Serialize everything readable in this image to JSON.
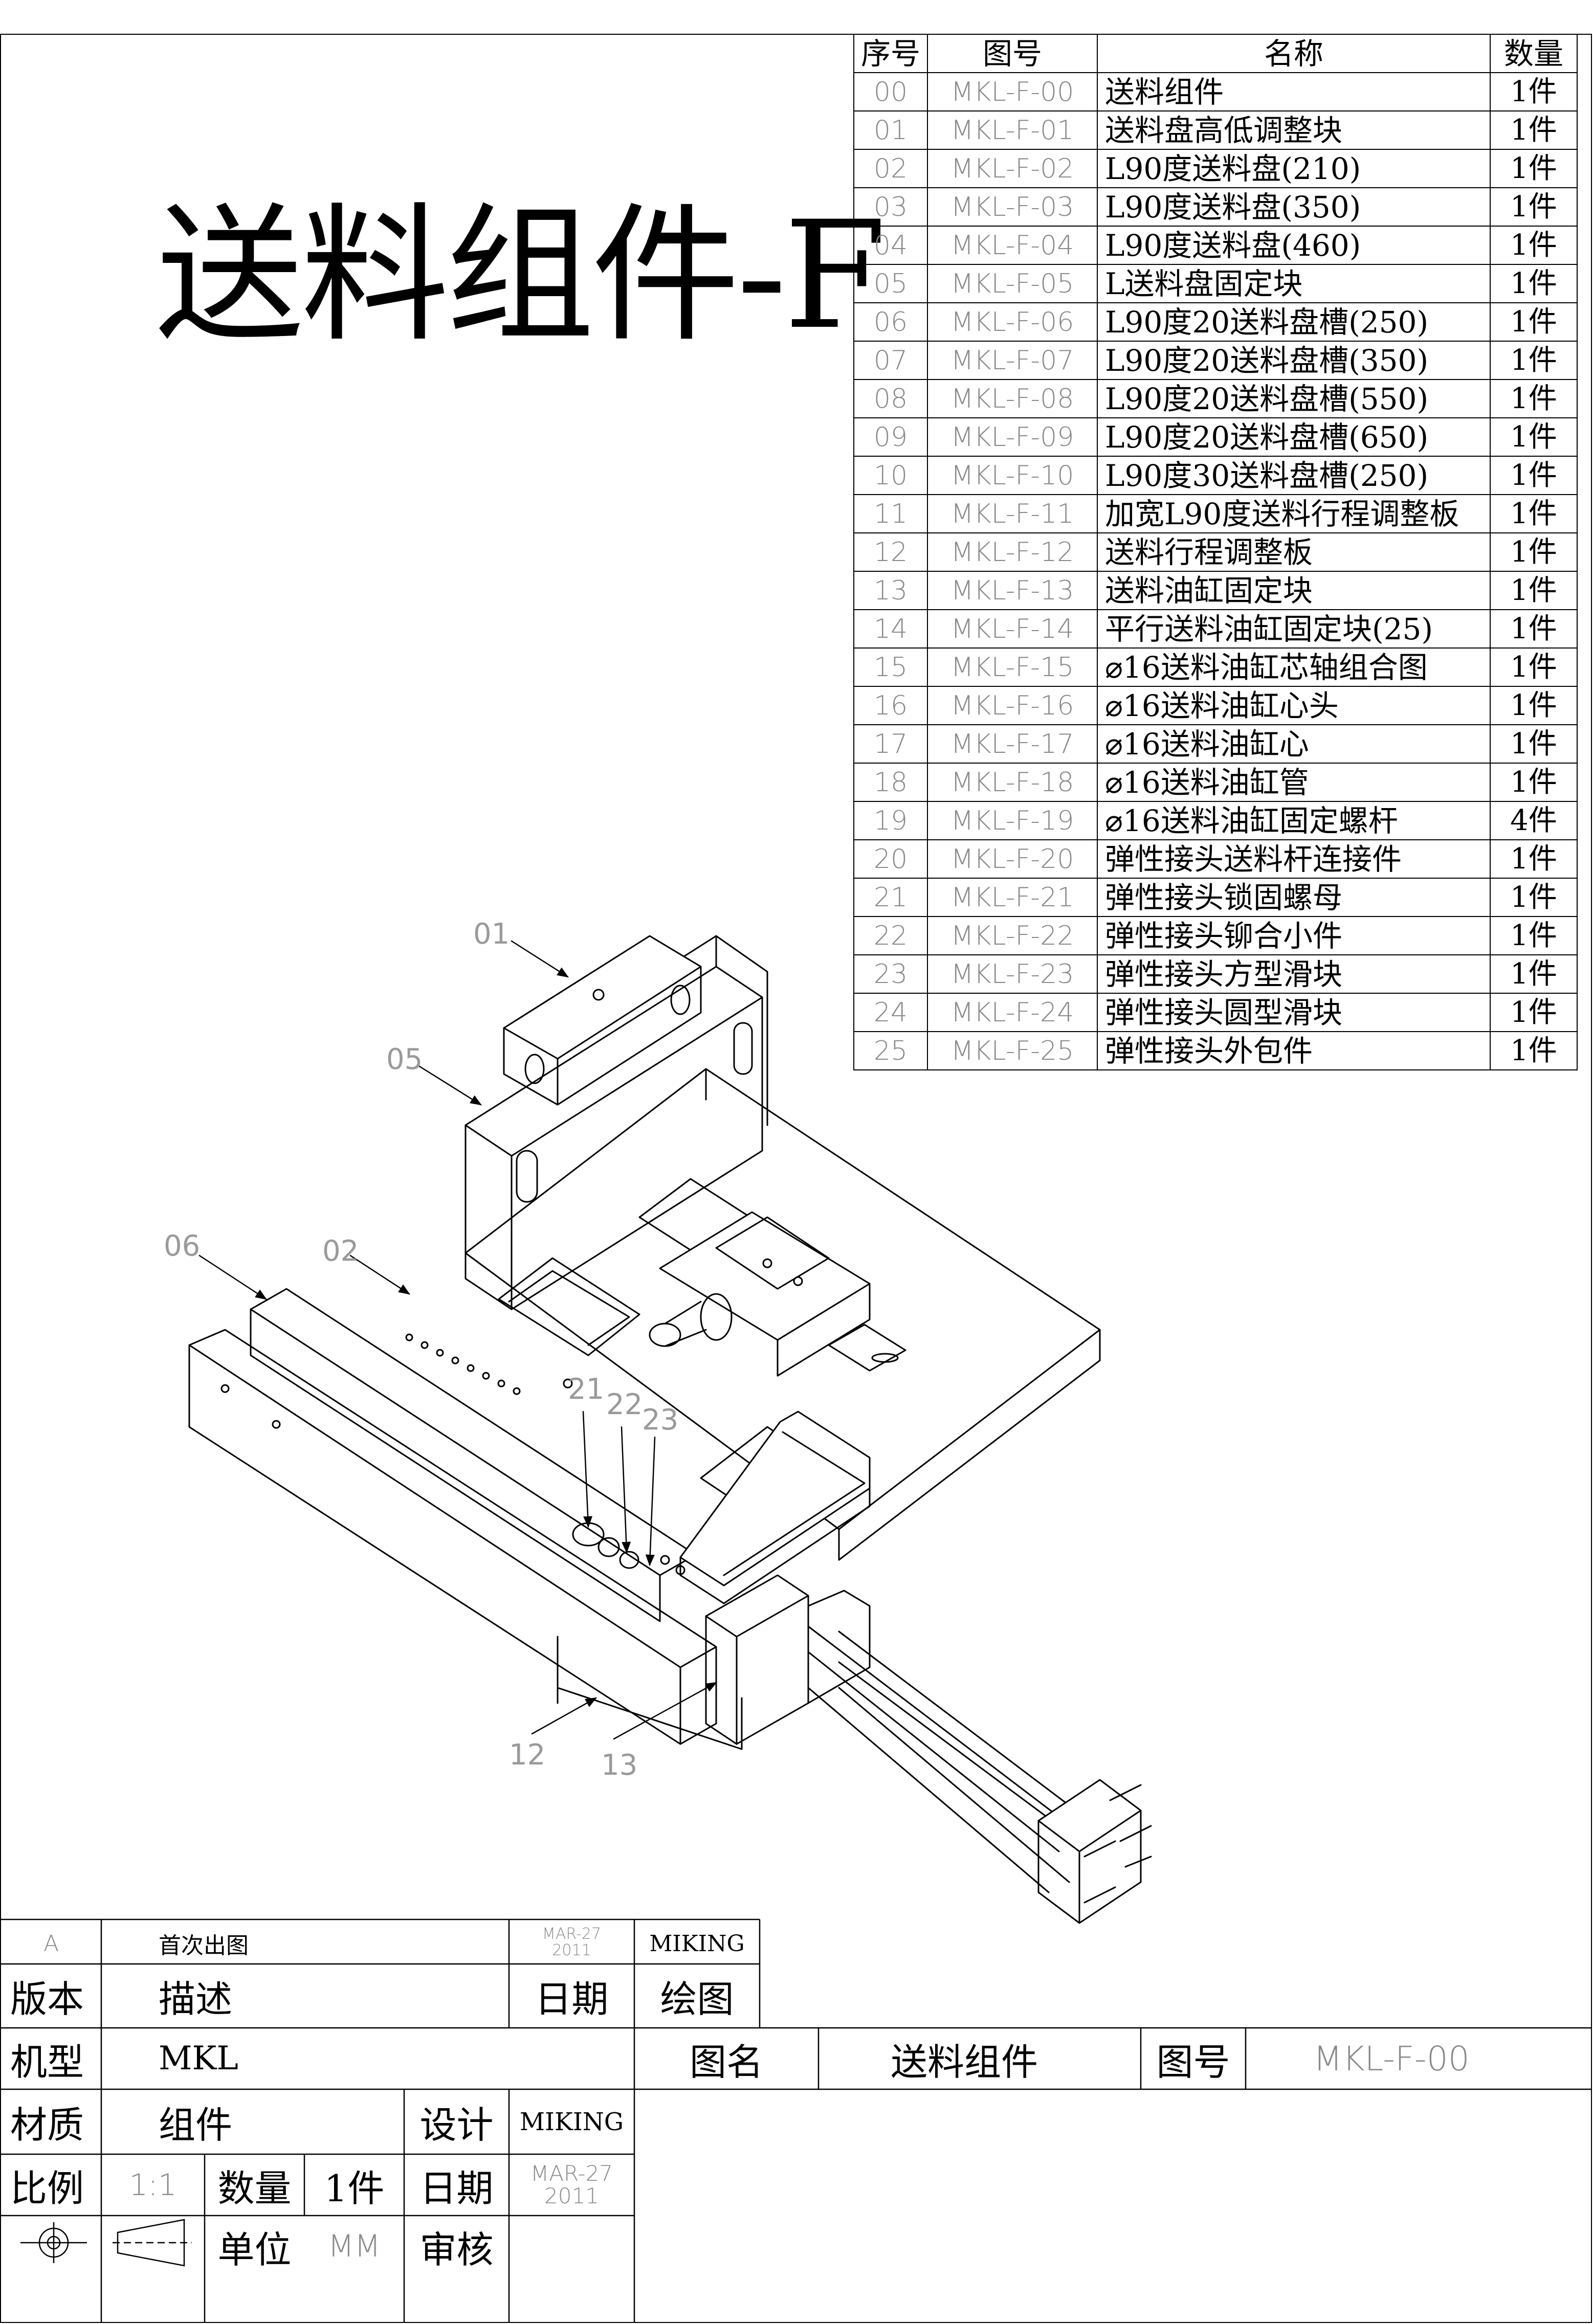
{
  "title": "送料组件-F",
  "parts_table": {
    "headers": {
      "seq": "序号",
      "code": "图号",
      "name": "名称",
      "qty": "数量"
    },
    "rows": [
      {
        "seq": "00",
        "code": "MKL-F-00",
        "name": "送料组件",
        "qty": "1件"
      },
      {
        "seq": "01",
        "code": "MKL-F-01",
        "name": "送料盘高低调整块",
        "qty": "1件"
      },
      {
        "seq": "02",
        "code": "MKL-F-02",
        "name": "L90度送料盘(210)",
        "qty": "1件"
      },
      {
        "seq": "03",
        "code": "MKL-F-03",
        "name": "L90度送料盘(350)",
        "qty": "1件"
      },
      {
        "seq": "04",
        "code": "MKL-F-04",
        "name": "L90度送料盘(460)",
        "qty": "1件"
      },
      {
        "seq": "05",
        "code": "MKL-F-05",
        "name": "L送料盘固定块",
        "qty": "1件"
      },
      {
        "seq": "06",
        "code": "MKL-F-06",
        "name": "L90度20送料盘槽(250)",
        "qty": "1件"
      },
      {
        "seq": "07",
        "code": "MKL-F-07",
        "name": "L90度20送料盘槽(350)",
        "qty": "1件"
      },
      {
        "seq": "08",
        "code": "MKL-F-08",
        "name": "L90度20送料盘槽(550)",
        "qty": "1件"
      },
      {
        "seq": "09",
        "code": "MKL-F-09",
        "name": "L90度20送料盘槽(650)",
        "qty": "1件"
      },
      {
        "seq": "10",
        "code": "MKL-F-10",
        "name": "L90度30送料盘槽(250)",
        "qty": "1件"
      },
      {
        "seq": "11",
        "code": "MKL-F-11",
        "name": "加宽L90度送料行程调整板",
        "qty": "1件"
      },
      {
        "seq": "12",
        "code": "MKL-F-12",
        "name": "送料行程调整板",
        "qty": "1件"
      },
      {
        "seq": "13",
        "code": "MKL-F-13",
        "name": "送料油缸固定块",
        "qty": "1件"
      },
      {
        "seq": "14",
        "code": "MKL-F-14",
        "name": "平行送料油缸固定块(25)",
        "qty": "1件"
      },
      {
        "seq": "15",
        "code": "MKL-F-15",
        "name": "⌀16送料油缸芯轴组合图",
        "qty": "1件"
      },
      {
        "seq": "16",
        "code": "MKL-F-16",
        "name": "⌀16送料油缸心头",
        "qty": "1件"
      },
      {
        "seq": "17",
        "code": "MKL-F-17",
        "name": "⌀16送料油缸心",
        "qty": "1件"
      },
      {
        "seq": "18",
        "code": "MKL-F-18",
        "name": "⌀16送料油缸管",
        "qty": "1件"
      },
      {
        "seq": "19",
        "code": "MKL-F-19",
        "name": "⌀16送料油缸固定螺杆",
        "qty": "4件"
      },
      {
        "seq": "20",
        "code": "MKL-F-20",
        "name": "弹性接头送料杆连接件",
        "qty": "1件"
      },
      {
        "seq": "21",
        "code": "MKL-F-21",
        "name": "弹性接头锁固螺母",
        "qty": "1件"
      },
      {
        "seq": "22",
        "code": "MKL-F-22",
        "name": "弹性接头铆合小件",
        "qty": "1件"
      },
      {
        "seq": "23",
        "code": "MKL-F-23",
        "name": "弹性接头方型滑块",
        "qty": "1件"
      },
      {
        "seq": "24",
        "code": "MKL-F-24",
        "name": "弹性接头圆型滑块",
        "qty": "1件"
      },
      {
        "seq": "25",
        "code": "MKL-F-25",
        "name": "弹性接头外包件",
        "qty": "1件"
      }
    ]
  },
  "callouts": [
    "01",
    "05",
    "06",
    "02",
    "21",
    "22",
    "23",
    "12",
    "13"
  ],
  "title_block": {
    "rev_code": "A",
    "rev_desc": "首次出图",
    "rev_date_month": "MAR-27",
    "rev_date_year": "2011",
    "rev_drawer": "MIKING",
    "h_version": "版本",
    "h_desc": "描述",
    "h_date": "日期",
    "h_draw": "绘图",
    "h_model": "机型",
    "model": "MKL",
    "h_name": "图名",
    "name": "送料组件",
    "h_drawing_no": "图号",
    "drawing_no": "MKL-F-00",
    "h_material": "材质",
    "material": "组件",
    "h_design": "设计",
    "designer": "MIKING",
    "h_scale": "比例",
    "scale": "1:1",
    "h_qty": "数量",
    "qty": "1件",
    "h_date2": "日期",
    "date2_month": "MAR-27",
    "date2_year": "2011",
    "h_unit": "单位",
    "unit": "MM",
    "h_review": "审核"
  }
}
